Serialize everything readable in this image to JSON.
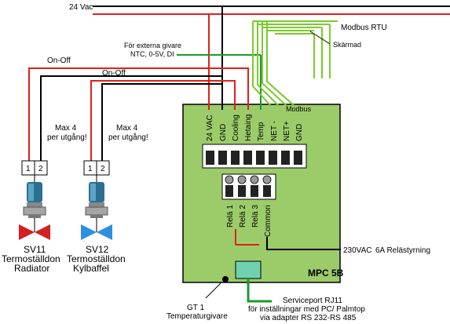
{
  "labels": {
    "supply": "24 Vac",
    "modbus": "Modbus RTU",
    "shield": "Skärmad",
    "external_line1": "För externa givare",
    "external_line2": "NTC, 0-5V, DI",
    "onoff_1": "On-Off",
    "onoff_2": "On-Off",
    "max1_line1": "Max 4",
    "max1_line2": "per utgång!",
    "max2_line1": "Max 4",
    "max2_line2": "per utgång!",
    "module_name": "MPC 5B",
    "modbus_header": "Modbus",
    "relay_label_l1": "230VAC",
    "relay_label_l2": "6A Relästyrning",
    "service_l1": "Serviceport RJ11",
    "service_l2": "för inställningar med PC/ Palmtop",
    "service_l3": "via adapter RS 232-RS 485",
    "gt_l1": "GT 1",
    "gt_l2": "Temperaturgivare"
  },
  "top_terminals": [
    "24 VAC",
    "GND",
    "Cooling",
    "Hetaing",
    "Temp",
    "NET -",
    "NET+",
    "GND"
  ],
  "relay_terminals": [
    "Relä 1",
    "Relä 2",
    "Relä 3",
    "Common"
  ],
  "valves": [
    {
      "id": "SV11",
      "name_line2": "Termoställdon",
      "name_line3": "Radiator",
      "color": "#d42020",
      "terminals": [
        "1",
        "2"
      ]
    },
    {
      "id": "SV12",
      "name_line2": "Termoställdon",
      "name_line3": "Kylbaffel",
      "color": "#2e8fe0",
      "terminals": [
        "1",
        "2"
      ]
    }
  ],
  "colors": {
    "board": "#9ccc6a",
    "wire_red": "#e0201c",
    "wire_black": "#000000",
    "wire_green": "#1a9a2a",
    "wire_modbus": "#7acb2a",
    "port": "#6fd1b0"
  }
}
